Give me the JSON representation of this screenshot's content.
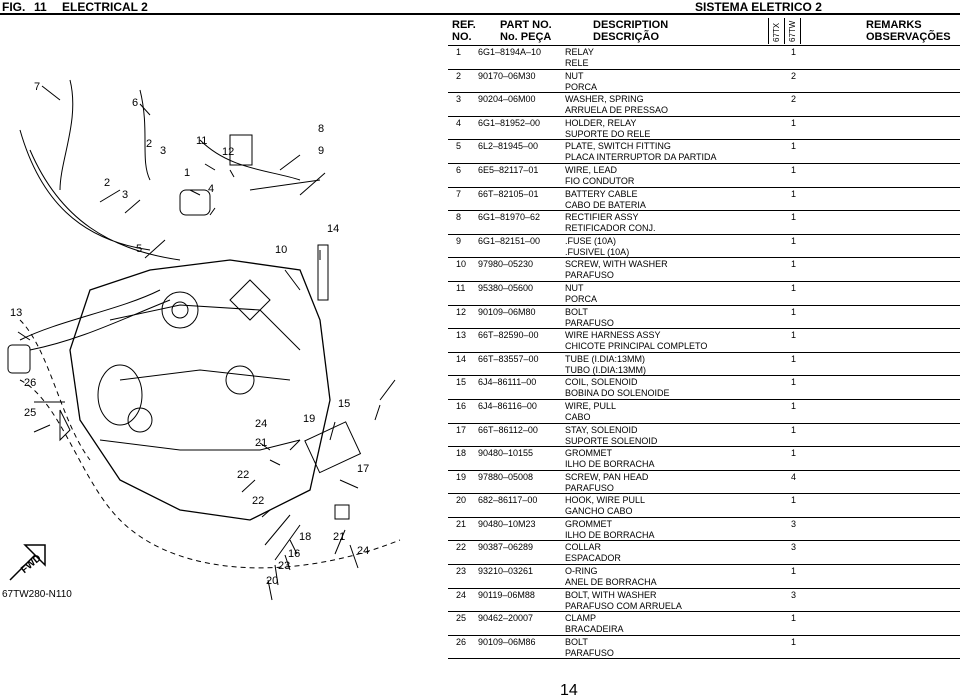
{
  "header": {
    "fig": "FIG.",
    "number": "11",
    "title_en": "ELECTRICAL 2",
    "title_pt": "SISTEMA ELETRICO 2"
  },
  "columns": {
    "ref_en": "REF.",
    "ref_pt": "NO.",
    "part_en": "PART NO.",
    "part_pt": "No. PEÇA",
    "desc_en": "DESCRIPTION",
    "desc_pt": "DESCRIÇÃO",
    "model_a": "67TX",
    "model_b": "67TW",
    "remarks_en": "REMARKS",
    "remarks_pt": "OBSERVAÇÕES"
  },
  "parts": [
    {
      "ref": "1",
      "pn": "6G1–8194A–10",
      "en": "RELAY",
      "pt": "RELE",
      "qty": "1"
    },
    {
      "ref": "2",
      "pn": "90170–06M30",
      "en": "NUT",
      "pt": "PORCA",
      "qty": "2"
    },
    {
      "ref": "3",
      "pn": "90204–06M00",
      "en": "WASHER, SPRING",
      "pt": "ARRUELA DE PRESSAO",
      "qty": "2"
    },
    {
      "ref": "4",
      "pn": "6G1–81952–00",
      "en": "HOLDER, RELAY",
      "pt": "SUPORTE DO RELE",
      "qty": "1"
    },
    {
      "ref": "5",
      "pn": "6L2–81945–00",
      "en": "PLATE, SWITCH FITTING",
      "pt": "PLACA  INTERRUPTOR DA PARTIDA",
      "qty": "1"
    },
    {
      "ref": "6",
      "pn": "6E5–82117–01",
      "en": "WIRE, LEAD",
      "pt": "FIO CONDUTOR",
      "qty": "1"
    },
    {
      "ref": "7",
      "pn": "66T–82105–01",
      "en": "BATTERY CABLE",
      "pt": "CABO DE BATERIA",
      "qty": "1"
    },
    {
      "ref": "8",
      "pn": "6G1–81970–62",
      "en": "RECTIFIER ASSY",
      "pt": "RETIFICADOR CONJ.",
      "qty": "1"
    },
    {
      "ref": "9",
      "pn": "6G1–82151–00",
      "en": ".FUSE (10A)",
      "pt": ".FUSIVEL (10A)",
      "qty": "1"
    },
    {
      "ref": "10",
      "pn": "97980–05230",
      "en": "SCREW, WITH WASHER",
      "pt": "PARAFUSO",
      "qty": "1"
    },
    {
      "ref": "11",
      "pn": "95380–05600",
      "en": "NUT",
      "pt": "PORCA",
      "qty": "1"
    },
    {
      "ref": "12",
      "pn": "90109–06M80",
      "en": "BOLT",
      "pt": "PARAFUSO",
      "qty": "1"
    },
    {
      "ref": "13",
      "pn": "66T–82590–00",
      "en": "WIRE HARNESS ASSY",
      "pt": "CHICOTE PRINCIPAL COMPLETO",
      "qty": "1"
    },
    {
      "ref": "14",
      "pn": "66T–83557–00",
      "en": "TUBE (I.DIA:13MM)",
      "pt": "TUBO (I.DIA:13MM)",
      "qty": "1"
    },
    {
      "ref": "15",
      "pn": "6J4–86111–00",
      "en": "COIL, SOLENOID",
      "pt": "BOBINA DO SOLENOIDE",
      "qty": "1"
    },
    {
      "ref": "16",
      "pn": "6J4–86116–00",
      "en": "WIRE, PULL",
      "pt": "CABO",
      "qty": "1"
    },
    {
      "ref": "17",
      "pn": "66T–86112–00",
      "en": "STAY, SOLENOID",
      "pt": "SUPORTE SOLENOID",
      "qty": "1"
    },
    {
      "ref": "18",
      "pn": "90480–10155",
      "en": "GROMMET",
      "pt": "ILHO DE BORRACHA",
      "qty": "1"
    },
    {
      "ref": "19",
      "pn": "97880–05008",
      "en": "SCREW, PAN HEAD",
      "pt": "PARAFUSO",
      "qty": "4"
    },
    {
      "ref": "20",
      "pn": "682–86117–00",
      "en": "HOOK, WIRE PULL",
      "pt": "GANCHO CABO",
      "qty": "1"
    },
    {
      "ref": "21",
      "pn": "90480–10M23",
      "en": "GROMMET",
      "pt": "ILHO DE BORRACHA",
      "qty": "3"
    },
    {
      "ref": "22",
      "pn": "90387–06289",
      "en": "COLLAR",
      "pt": "ESPACADOR",
      "qty": "3"
    },
    {
      "ref": "23",
      "pn": "93210–03261",
      "en": "O-RING",
      "pt": "ANEL DE BORRACHA",
      "qty": "1"
    },
    {
      "ref": "24",
      "pn": "90119–06M88",
      "en": "BOLT, WITH WASHER",
      "pt": "PARAFUSO COM ARRUELA",
      "qty": "3"
    },
    {
      "ref": "25",
      "pn": "90462–20007",
      "en": "CLAMP",
      "pt": "BRACADEIRA",
      "qty": "1"
    },
    {
      "ref": "26",
      "pn": "90109–06M86",
      "en": "BOLT",
      "pt": "PARAFUSO",
      "qty": "1"
    }
  ],
  "diagram": {
    "callouts": [
      "7",
      "6",
      "2",
      "3",
      "11",
      "8",
      "9",
      "12",
      "1",
      "2",
      "3",
      "4",
      "5",
      "10",
      "14",
      "13",
      "26",
      "25",
      "15",
      "19",
      "24",
      "21",
      "22",
      "22",
      "17",
      "18",
      "21",
      "16",
      "23",
      "20",
      "24"
    ],
    "fwd_label": "FWD",
    "figure_code": "67TW280-N110"
  },
  "footer": {
    "page": "14"
  }
}
